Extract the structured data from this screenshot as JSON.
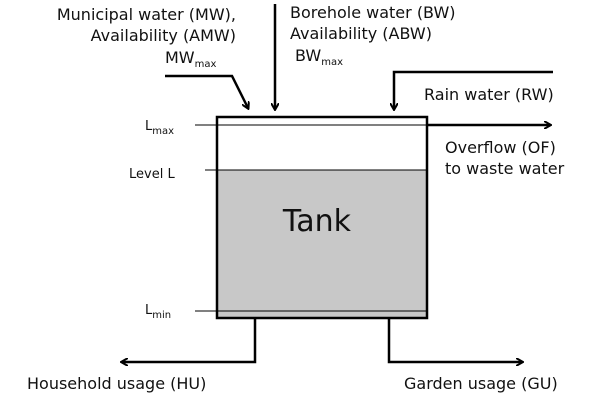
{
  "inputs": {
    "municipal_line1": "Municipal water (MW),",
    "municipal_line2": "Availability (AMW)",
    "municipal_max_base": "MW",
    "municipal_max_sub": "max",
    "borehole_line1": "Borehole water (BW)",
    "borehole_line2": "Availability (ABW)",
    "borehole_max_base": "BW",
    "borehole_max_sub": "max",
    "rain": "Rain water (RW)"
  },
  "tank": {
    "title": "Tank",
    "level_max_base": "L",
    "level_max_sub": "max",
    "level": "Level L",
    "level_min_base": "L",
    "level_min_sub": "min",
    "colors": {
      "water": "#c8c8c8",
      "outline": "#000000"
    }
  },
  "outputs": {
    "overflow_line1": "Overflow (OF)",
    "overflow_line2": "to waste water",
    "household": "Household usage (HU)",
    "garden": "Garden usage (GU)"
  }
}
